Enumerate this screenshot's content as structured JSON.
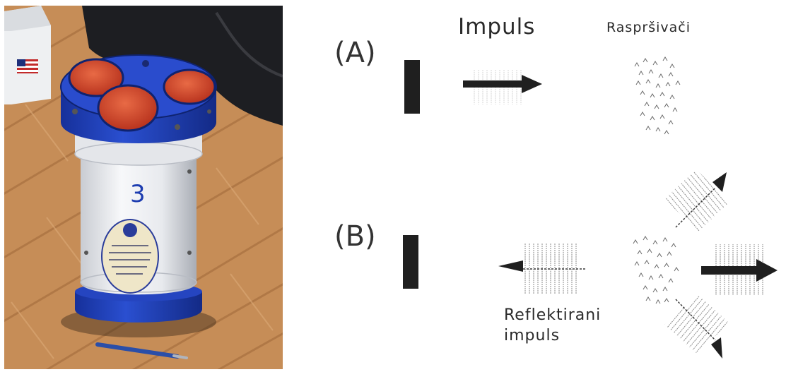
{
  "photo": {
    "subject": "ADCP current profiler instrument",
    "unit_number": "3",
    "colors": {
      "housing_blue": "#1f3fb5",
      "transducer_orange": "#d7492b",
      "body_white": "#f3f4f6",
      "floor_wood": "#c9925e"
    }
  },
  "diagram": {
    "panel_a": {
      "label": "(A)",
      "pulse_label": "Impuls",
      "scatterers_label": "Raspršivači"
    },
    "panel_b": {
      "label": "(B)",
      "reflected_label_line1": "Reflektirani",
      "reflected_label_line2": "impuls"
    },
    "colors": {
      "ink": "#1f1f1f",
      "faint": "#9a9a9a"
    }
  }
}
